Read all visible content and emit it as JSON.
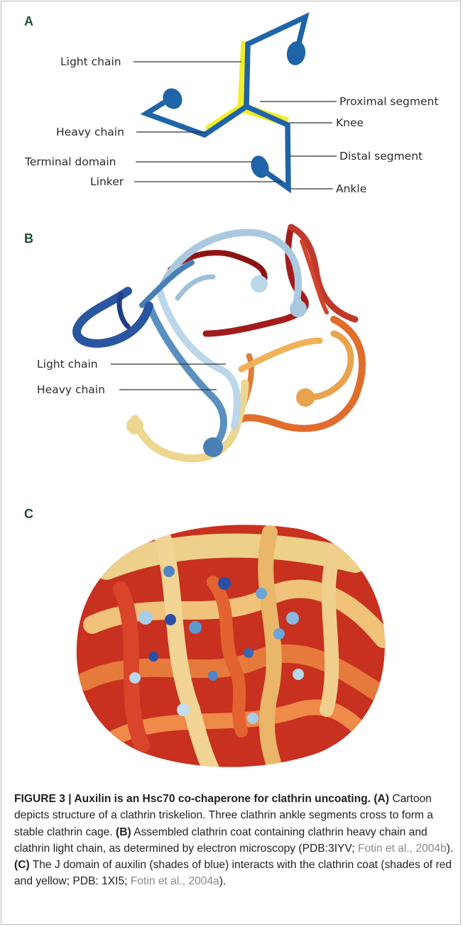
{
  "panels": {
    "a": {
      "letter": "A",
      "labels": {
        "light_chain": "Light chain",
        "heavy_chain": "Heavy chain",
        "terminal_domain": "Terminal domain",
        "linker": "Linker",
        "proximal_segment": "Proximal segment",
        "knee": "Knee",
        "distal_segment": "Distal segment",
        "ankle": "Ankle"
      }
    },
    "b": {
      "letter": "B",
      "labels": {
        "light_chain": "Light chain",
        "heavy_chain": "Heavy chain"
      }
    },
    "c": {
      "letter": "C"
    }
  },
  "caption": {
    "title": "FIGURE 3 | Auxilin is an Hsc70 co-chaperone for clathrin uncoating.",
    "a_tag": "(A)",
    "a_text": "Cartoon depicts structure of a clathrin triskelion. Three clathrin ankle segments cross to form a stable clathrin cage.",
    "b_tag": "(B)",
    "b_text": "Assembled clathrin coat containing clathrin heavy chain and clathrin light chain, as determined by electron microscopy (PDB:3IYV;",
    "b_ref": "Fotin et al., 2004b",
    "b_end": ").",
    "c_tag": "(C)",
    "c_text": "The J domain of auxilin (shades of blue) interacts with the clathrin coat (shades of red and yellow; PDB: 1XI5;",
    "c_ref": "Fotin et al., 2004a",
    "c_end": ")."
  },
  "colors": {
    "heavy_chain_blue": "#1f63a8",
    "light_chain_yellow": "#f2ee2a",
    "panel_letter": "#1f4e2e"
  }
}
